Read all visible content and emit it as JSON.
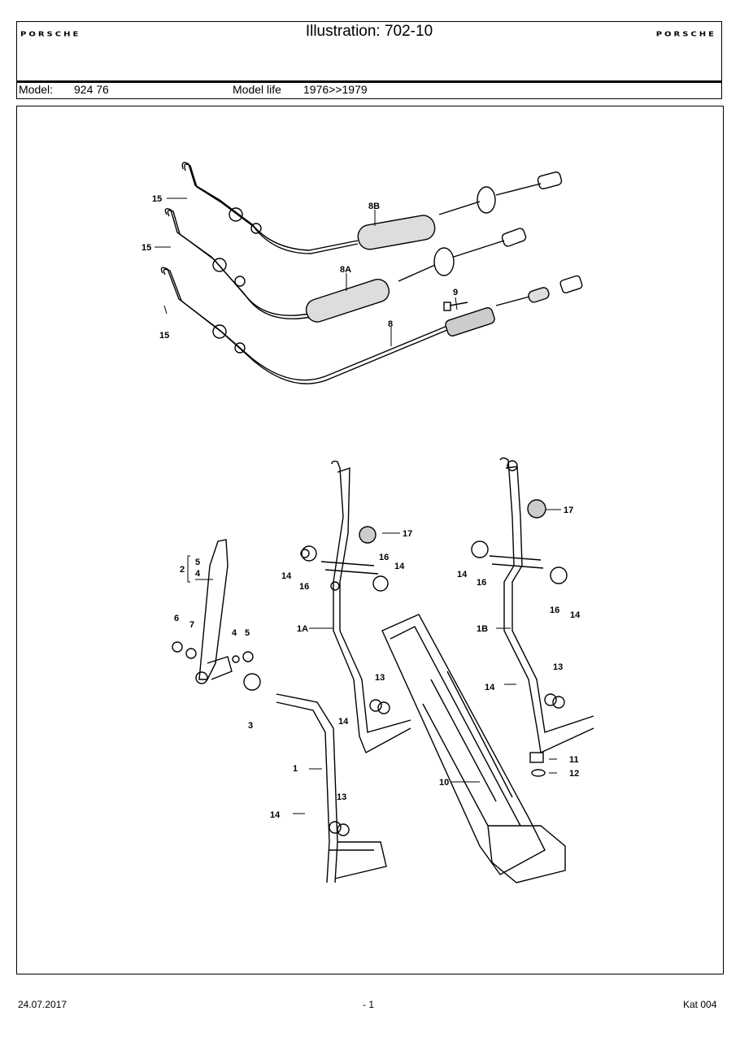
{
  "header": {
    "brand_left": "PORSCHE",
    "title": "Illustration: 702-10",
    "brand_right": "PORSCHE",
    "model_label": "Model:",
    "model_value": "924 76",
    "model_life_label": "Model life",
    "model_life_value": "1976>>1979"
  },
  "callouts": {
    "c15a": "15",
    "c15b": "15",
    "c15c": "15",
    "c8B": "8B",
    "c8A": "8A",
    "c8": "8",
    "c9": "9",
    "c17a": "17",
    "c17b": "17",
    "c14a": "14",
    "c16a": "16",
    "c16b": "16",
    "c14b": "14",
    "c14c": "14",
    "c16c": "16",
    "c16d": "16",
    "c14d": "14",
    "c1A": "1A",
    "c1B": "1B",
    "c2": "2",
    "c5": "5",
    "c4a": "4",
    "c6": "6",
    "c7": "7",
    "c4b": "4",
    "c5b": "5",
    "c13a": "13",
    "c13b": "13",
    "c13c": "13",
    "c14e": "14",
    "c14f": "14",
    "c14g": "14",
    "c3": "3",
    "c1": "1",
    "c10": "10",
    "c11": "11",
    "c12": "12"
  },
  "footer": {
    "date": "24.07.2017",
    "page": "- 1",
    "catalog": "Kat 004"
  }
}
